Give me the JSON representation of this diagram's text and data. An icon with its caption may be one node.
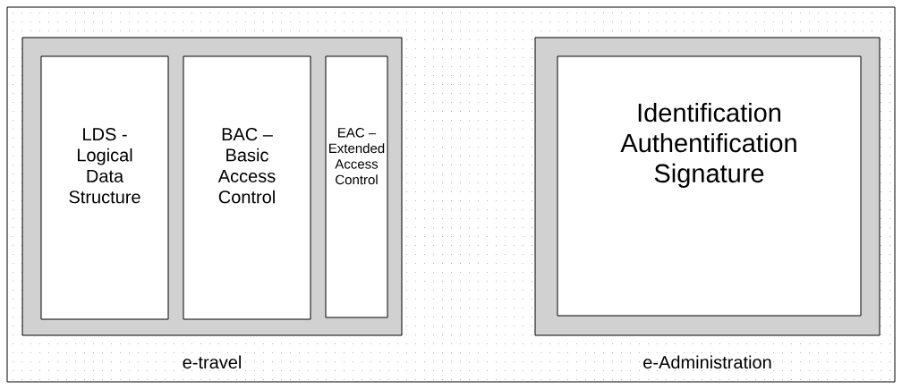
{
  "diagram": {
    "nodes": [
      {
        "text": [
          "e-travel"
        ]
      },
      {
        "text": [
          "LDS - Logical Data Structure"
        ],
        "in": 0
      },
      {
        "text": [
          "BAC – Basic Access Control"
        ],
        "in": 0
      },
      {
        "text": [
          "EAC – Extended Access Control"
        ],
        "in": 0
      },
      {
        "text": [
          "e-Administration"
        ]
      },
      {
        "text": [
          "Identification Authentification Signature"
        ],
        "in": 4
      }
    ]
  }
}
